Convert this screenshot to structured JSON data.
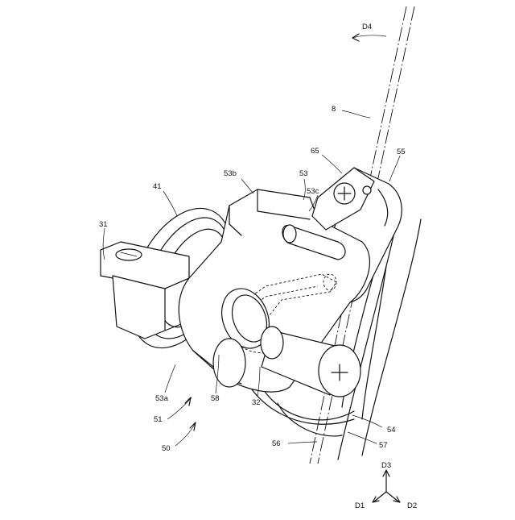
{
  "labels": {
    "d4": "D4",
    "n8": "8",
    "n65": "65",
    "n55": "55",
    "n53b": "53b",
    "n53": "53",
    "n53c": "53c",
    "n41": "41",
    "n31": "31",
    "n53a": "53a",
    "n58": "58",
    "n32": "32",
    "n51": "51",
    "n50": "50",
    "n54": "54",
    "n56": "56",
    "n57": "57",
    "d3": "D3",
    "d1": "D1",
    "d2": "D2"
  }
}
